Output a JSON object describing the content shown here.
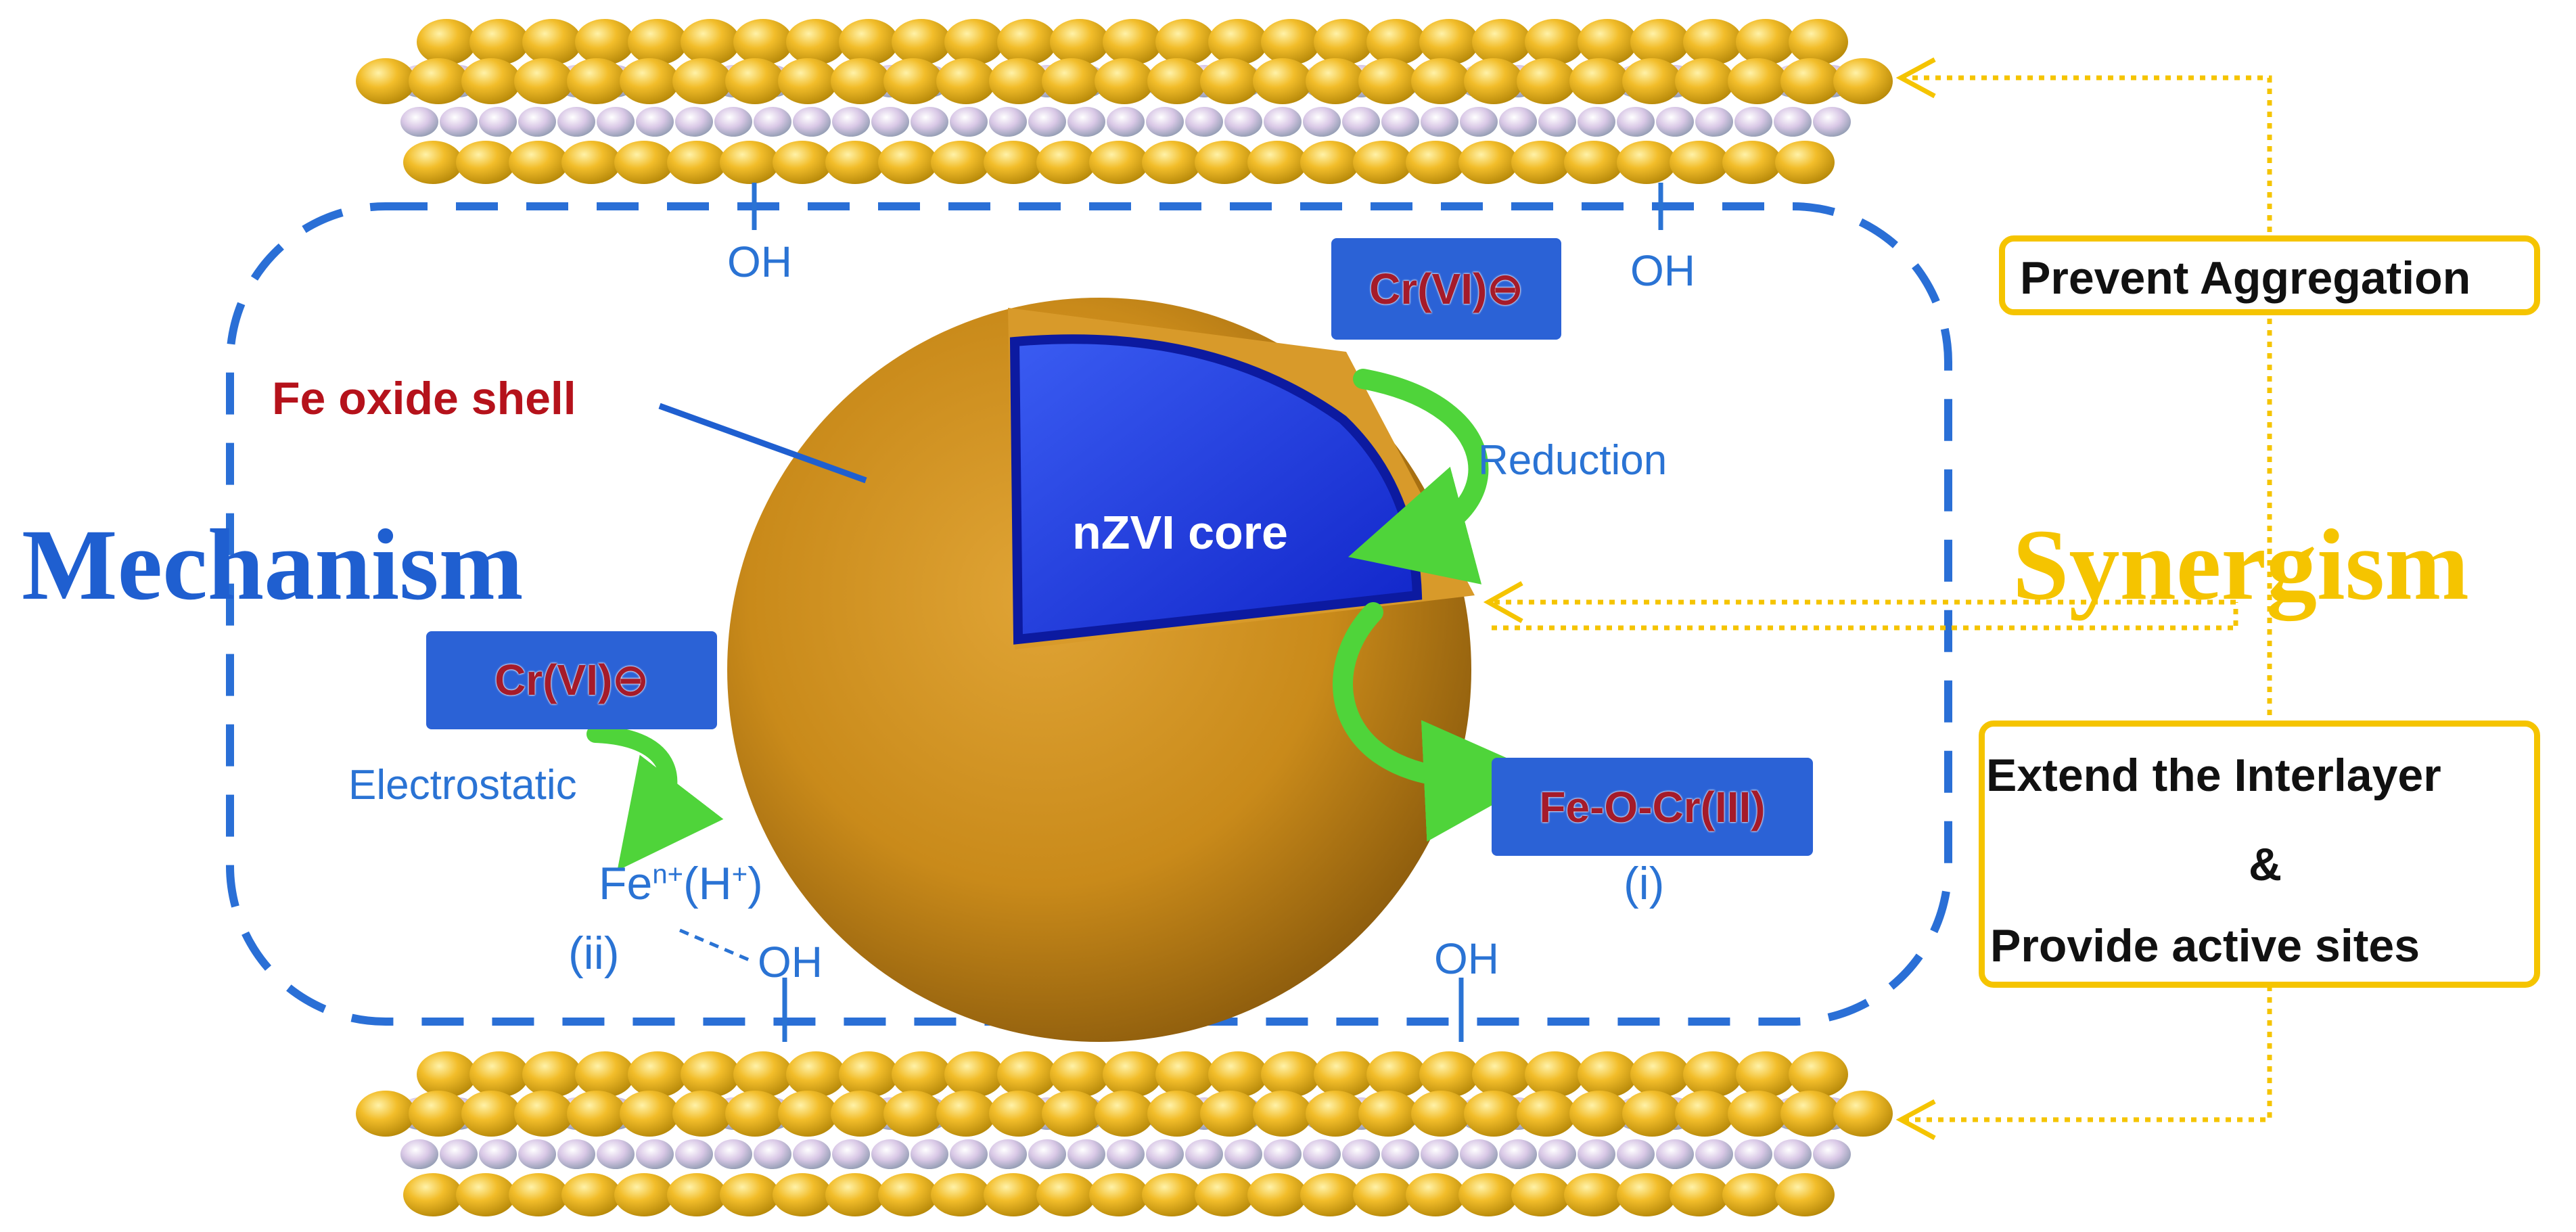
{
  "labels": {
    "mechanism": "Mechanism",
    "synergism": "Synergism",
    "fe_oxide_shell": "Fe oxide shell",
    "nzvi_core": "nZVI core",
    "reduction": "Reduction",
    "electrostatic": "Electrostatic",
    "cr6_top": "Cr(VI)⊖",
    "cr6_left": "Cr(VI)⊖",
    "fe_o_cr3": "Fe-O-Cr(III)",
    "index_i": "(i)",
    "index_ii": "(ii)",
    "fe_base": "Fe",
    "fe_sup": "n+",
    "h_open": "(H",
    "h_sup": "+",
    "h_close": ")",
    "oh": "OH"
  },
  "side_panel": {
    "prevent_aggregation": "Prevent Aggregation",
    "extend_interlayer": "Extend the Interlayer",
    "ampersand": "&",
    "provide_sites": "Provide active sites"
  },
  "colors": {
    "mechanism": "#1f5fd0",
    "synergism": "#f5c400",
    "dashed_box": "#2a6fd6",
    "shell": "#c98a1a",
    "core": "#1b2fd8",
    "arrow": "#4fd43a",
    "label_red": "#b5121b",
    "chip_fill": "#2b62d6",
    "gold_atom": "#f2bd2a"
  }
}
